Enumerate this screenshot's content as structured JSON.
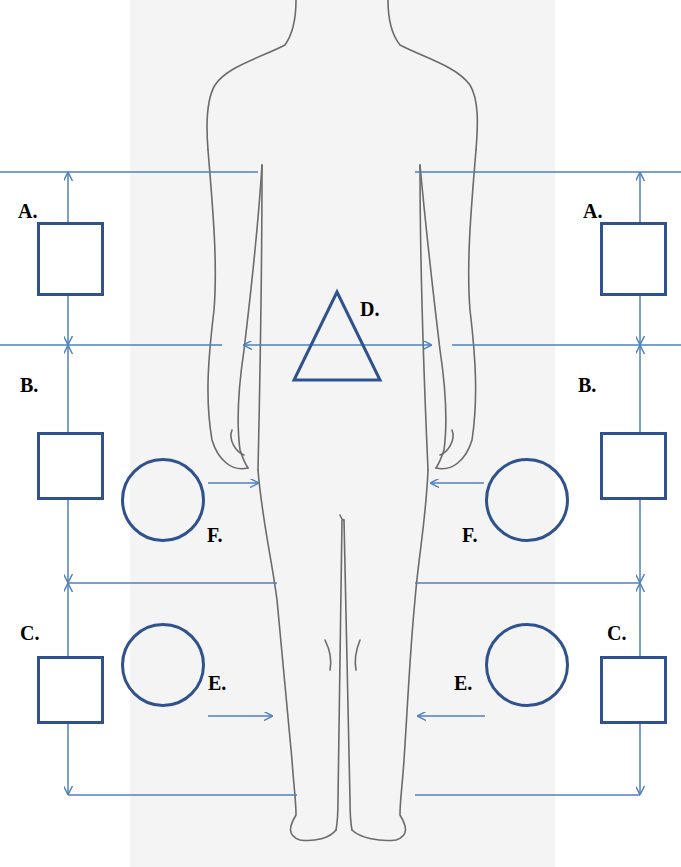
{
  "diagram": {
    "nodes": [
      {
        "text": [
          "A."
        ]
      },
      {
        "text": [
          "A."
        ]
      },
      {
        "text": [
          "D."
        ]
      },
      {
        "text": [
          "B."
        ]
      },
      {
        "text": [
          "B."
        ]
      },
      {
        "text": [
          "F."
        ]
      },
      {
        "text": [
          "F."
        ]
      },
      {
        "text": [
          "C."
        ]
      },
      {
        "text": [
          "E."
        ]
      },
      {
        "text": [
          "E."
        ]
      },
      {
        "text": [
          "C."
        ]
      }
    ]
  }
}
